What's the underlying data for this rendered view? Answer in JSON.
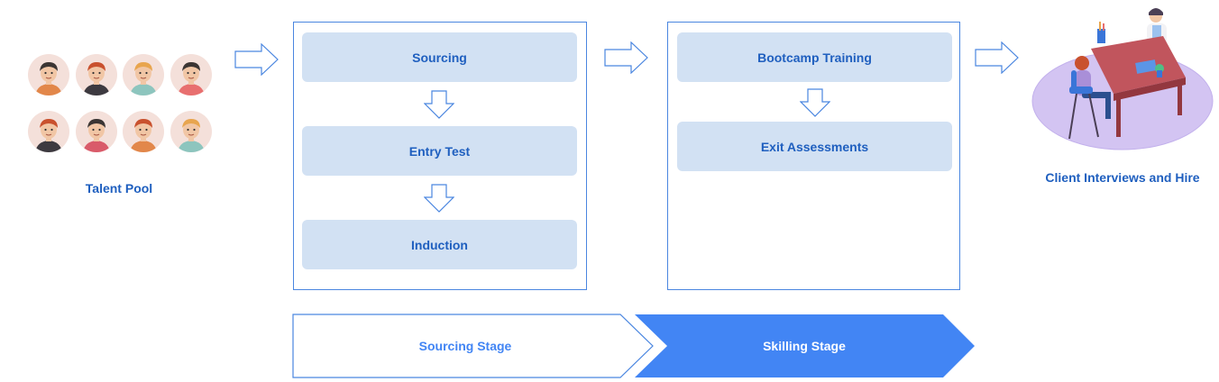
{
  "talent_pool": {
    "label": "Talent Pool",
    "avatars": [
      {
        "hair": "#3b3533",
        "skin": "#f1c6a5",
        "shirt": "#e2874a"
      },
      {
        "hair": "#c9512e",
        "skin": "#f1c6a5",
        "shirt": "#3d3a40"
      },
      {
        "hair": "#e8a54e",
        "skin": "#f1c6a5",
        "shirt": "#8dc5be"
      },
      {
        "hair": "#3b3533",
        "skin": "#f1c6a5",
        "shirt": "#e86f6f"
      },
      {
        "hair": "#c9512e",
        "skin": "#f1c6a5",
        "shirt": "#3d3a40"
      },
      {
        "hair": "#3b3533",
        "skin": "#f1c6a5",
        "shirt": "#d95b6a"
      },
      {
        "hair": "#c9512e",
        "skin": "#f1c6a5",
        "shirt": "#e2874a"
      },
      {
        "hair": "#e8a54e",
        "skin": "#f1c6a5",
        "shirt": "#8dc5be"
      }
    ]
  },
  "sourcing_panel": {
    "steps": [
      "Sourcing",
      "Entry Test",
      "Induction"
    ]
  },
  "skilling_panel": {
    "steps": [
      "Bootcamp Training",
      "Exit Assessments"
    ]
  },
  "client": {
    "label": "Client Interviews and Hire"
  },
  "stages": {
    "sourcing": "Sourcing Stage",
    "skilling": "Skilling Stage"
  },
  "colors": {
    "accent": "#4285f4",
    "step_fill": "#d2e1f3",
    "text": "#1f5fbf",
    "outline": "#4a86e0"
  }
}
